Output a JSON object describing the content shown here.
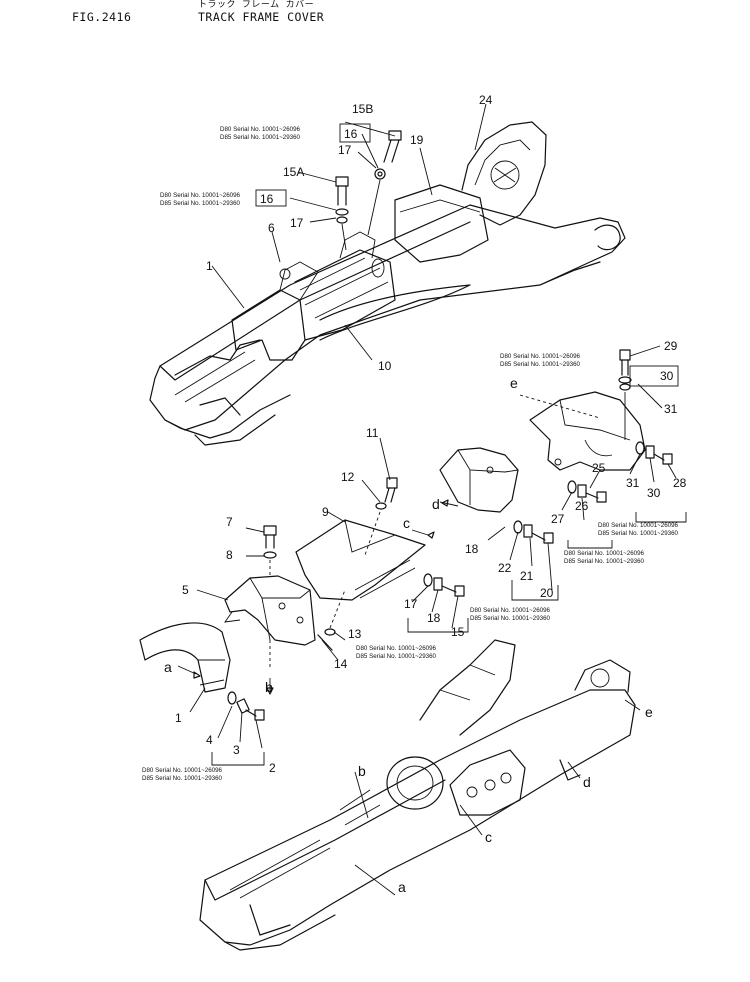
{
  "header": {
    "fig_label": "FIG.2416",
    "title_en": "TRACK FRAME COVER",
    "title_jp": "トラック フレーム カバー"
  },
  "serial": {
    "d80": "D80 Serial No. 10001~26096",
    "d85": "D85 Serial No. 10001~29360"
  },
  "callouts": {
    "c1": "1",
    "c1b": "1",
    "c2": "2",
    "c3": "3",
    "c4": "4",
    "c5": "5",
    "c6": "6",
    "c7": "7",
    "c8": "8",
    "c9": "9",
    "c10": "10",
    "c11": "11",
    "c12": "12",
    "c13": "13",
    "c14": "14",
    "c15": "15",
    "c15a": "15A",
    "c15b": "15B",
    "c16a": "16",
    "c16b": "16",
    "c17a": "17",
    "c17b": "17",
    "c17c": "17",
    "c18": "18",
    "c18b": "18",
    "c19": "19",
    "c20": "20",
    "c21": "21",
    "c22": "22",
    "c24": "24",
    "c25": "25",
    "c26": "26",
    "c27": "27",
    "c28": "28",
    "c29": "29",
    "c30a": "30",
    "c30b": "30",
    "c31a": "31",
    "c31b": "31"
  },
  "letters": {
    "a1": "a",
    "a2": "a",
    "b1": "b",
    "b2": "b",
    "c1": "c",
    "c2": "c",
    "d1": "d",
    "d2": "d",
    "e1": "e",
    "e2": "e"
  }
}
